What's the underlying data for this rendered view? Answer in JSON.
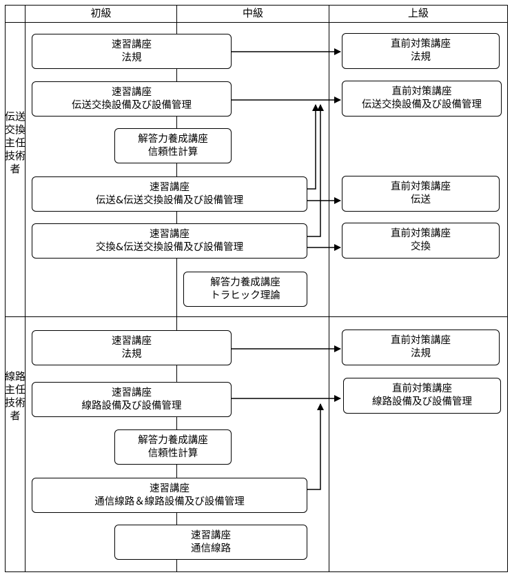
{
  "headers": {
    "beginner": "初級",
    "intermediate": "中級",
    "advanced": "上級"
  },
  "sections": {
    "transmission": {
      "label": "伝送交換主任技術者",
      "boxes": [
        {
          "line1": "速習講座",
          "line2": "法規"
        },
        {
          "line1": "速習講座",
          "line2": "伝送交換設備及び設備管理"
        },
        {
          "line1": "解答力養成講座",
          "line2": "信頼性計算"
        },
        {
          "line1": "速習講座",
          "line2": "伝送&伝送交換設備及び設備管理"
        },
        {
          "line1": "速習講座",
          "line2": "交換&伝送交換設備及び設備管理"
        },
        {
          "line1": "解答力養成講座",
          "line2": "トラヒック理論"
        }
      ],
      "targets": [
        {
          "line1": "直前対策講座",
          "line2": "法規"
        },
        {
          "line1": "直前対策講座",
          "line2": "伝送交換設備及び設備管理"
        },
        {
          "line1": "直前対策講座",
          "line2": "伝送"
        },
        {
          "line1": "直前対策講座",
          "line2": "交換"
        }
      ]
    },
    "line": {
      "label": "線路主任技術者",
      "boxes": [
        {
          "line1": "速習講座",
          "line2": "法規"
        },
        {
          "line1": "速習講座",
          "line2": "線路設備及び設備管理"
        },
        {
          "line1": "解答力養成講座",
          "line2": "信頼性計算"
        },
        {
          "line1": "速習講座",
          "line2": "通信線路＆線路設備及び設備管理"
        },
        {
          "line1": "速習講座",
          "line2": "通信線路"
        }
      ],
      "targets": [
        {
          "line1": "直前対策講座",
          "line2": "法規"
        },
        {
          "line1": "直前対策講座",
          "line2": "線路設備及び設備管理"
        }
      ]
    }
  }
}
